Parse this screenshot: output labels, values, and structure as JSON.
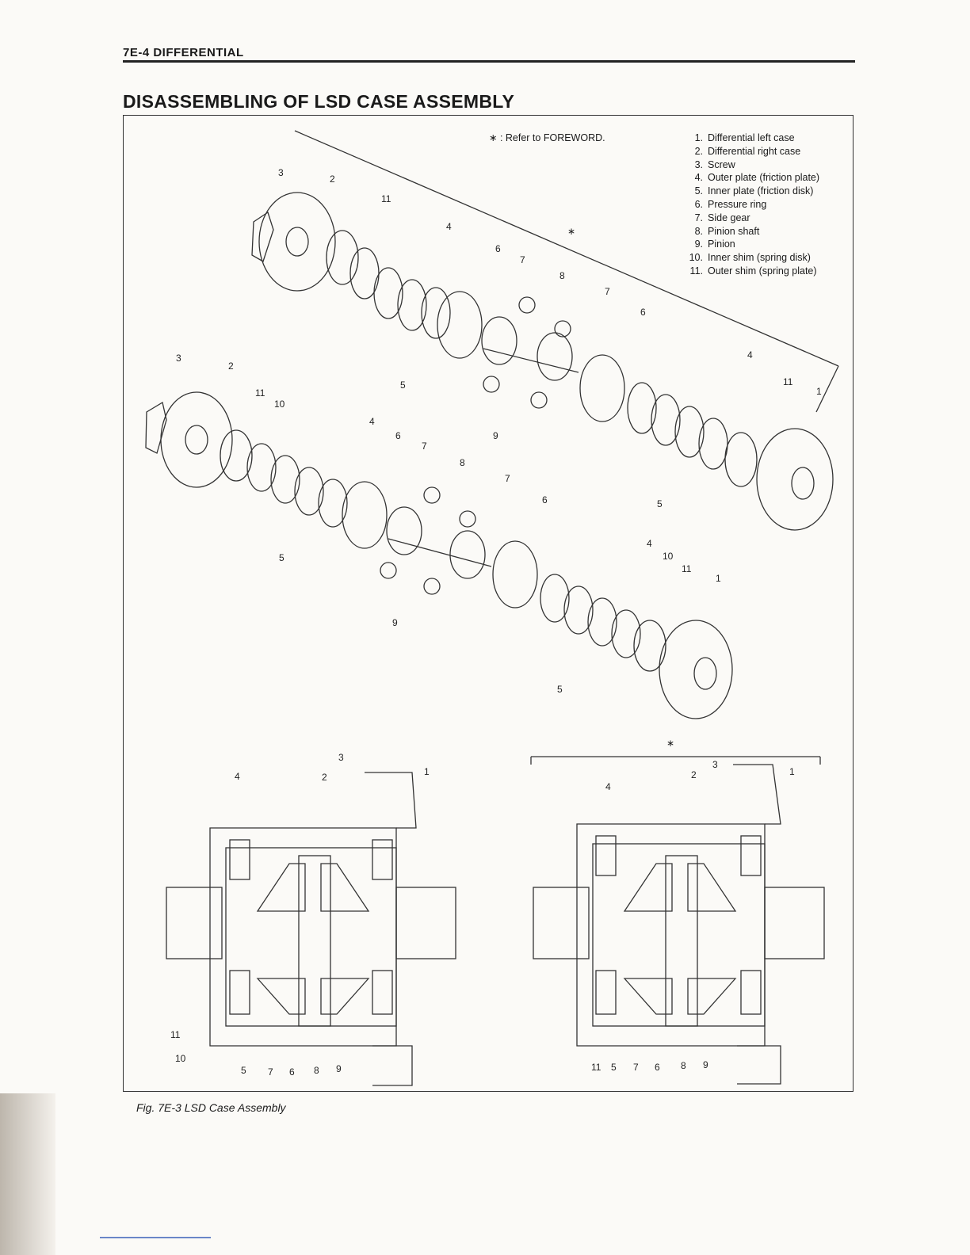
{
  "header": {
    "section": "7E-4 DIFFERENTIAL"
  },
  "title": "DISASSEMBLING OF LSD CASE ASSEMBLY",
  "note": "∗ : Refer to FOREWORD.",
  "parts": [
    {
      "num": "1.",
      "name": "Differential left case"
    },
    {
      "num": "2.",
      "name": "Differential right case"
    },
    {
      "num": "3.",
      "name": "Screw"
    },
    {
      "num": "4.",
      "name": "Outer plate (friction plate)"
    },
    {
      "num": "5.",
      "name": "Inner plate (friction disk)"
    },
    {
      "num": "6.",
      "name": "Pressure ring"
    },
    {
      "num": "7.",
      "name": "Side gear"
    },
    {
      "num": "8.",
      "name": "Pinion shaft"
    },
    {
      "num": "9.",
      "name": "Pinion"
    },
    {
      "num": "10.",
      "name": "Inner shim (spring disk)"
    },
    {
      "num": "11.",
      "name": "Outer shim (spring plate)"
    }
  ],
  "caption": "Fig. 7E-3  LSD Case Assembly",
  "callouts": {
    "asterisk": "∗",
    "upper": [
      "3",
      "2",
      "11",
      "4",
      "6",
      "7",
      "8",
      "∗",
      "7",
      "6",
      "5",
      "9",
      "4",
      "11",
      "1",
      "5"
    ],
    "middle": [
      "3",
      "2",
      "11",
      "10",
      "4",
      "6",
      "7",
      "8",
      "7",
      "6",
      "5",
      "9",
      "4",
      "10",
      "11",
      "1",
      "5"
    ],
    "left_section": [
      "3",
      "4",
      "2",
      "1",
      "11",
      "10",
      "5",
      "7",
      "6",
      "8",
      "9"
    ],
    "right_section": [
      "∗",
      "3",
      "4",
      "2",
      "1",
      "11",
      "5",
      "7",
      "6",
      "8",
      "9"
    ]
  }
}
